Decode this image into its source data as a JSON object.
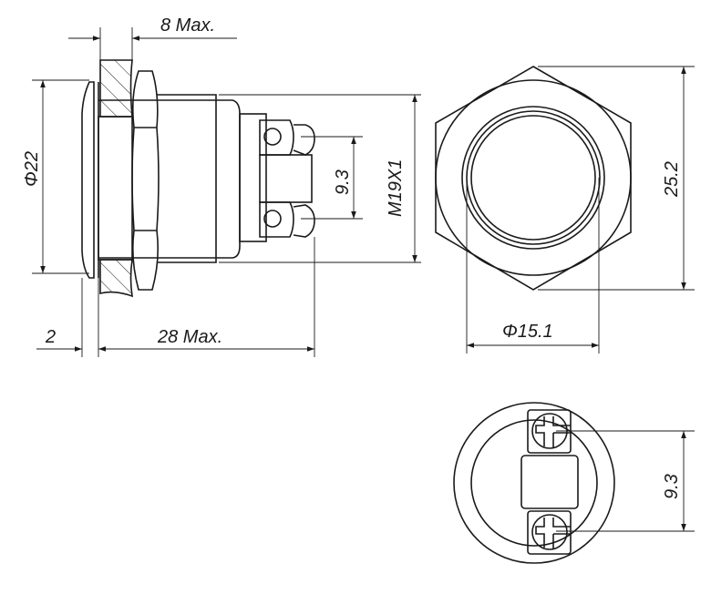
{
  "drawing": {
    "title": "Push button switch dimension drawing",
    "line_color": "#1a1a1a",
    "background": "#ffffff",
    "dimensions": {
      "front_thickness_max": "8 Max.",
      "head_diameter": "Φ22",
      "head_thickness": "2",
      "length_max": "28 Max.",
      "terminal_pitch_side": "9.3",
      "thread": "M19X1",
      "button_diameter": "Φ15.1",
      "hex_across_corners": "25.2",
      "terminal_pitch_rear": "9.3"
    }
  }
}
